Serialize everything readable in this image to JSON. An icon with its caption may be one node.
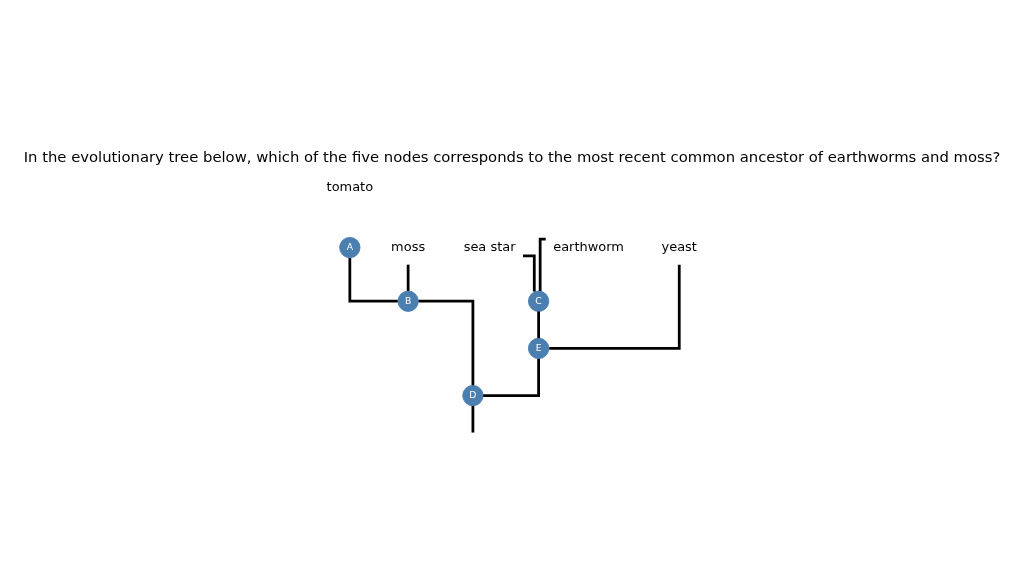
{
  "diagram": {
    "title": "In the evolutionary tree below, which of the five nodes corresponds to the most recent common ancestor of earthworms and moss?",
    "nodes": [
      {
        "text": [
          "A"
        ],
        "beside": [
          "tomato"
        ]
      },
      {
        "text": [
          "moss"
        ]
      },
      {
        "text": [
          "sea star"
        ]
      },
      {
        "text": [
          "earthworm"
        ]
      },
      {
        "text": [
          "yeast"
        ]
      },
      {
        "text": [
          "B"
        ]
      },
      {
        "text": [
          "C"
        ]
      },
      {
        "text": [
          "E"
        ]
      },
      {
        "text": [
          "D"
        ]
      }
    ],
    "edges": [
      {
        "from": 5,
        "to": 0,
        "arrow": "none"
      },
      {
        "from": 5,
        "to": 1,
        "arrow": "none"
      },
      {
        "from": 6,
        "to": 2,
        "arrow": "none"
      },
      {
        "from": 6,
        "to": 3,
        "arrow": "none"
      },
      {
        "from": 7,
        "to": 6,
        "arrow": "none"
      },
      {
        "from": 7,
        "to": 4,
        "arrow": "none"
      },
      {
        "from": 8,
        "to": 5,
        "arrow": "none"
      },
      {
        "from": 8,
        "to": 7,
        "arrow": "none"
      },
      {
        "from": 8,
        "to": null,
        "arrow": "none"
      }
    ]
  }
}
